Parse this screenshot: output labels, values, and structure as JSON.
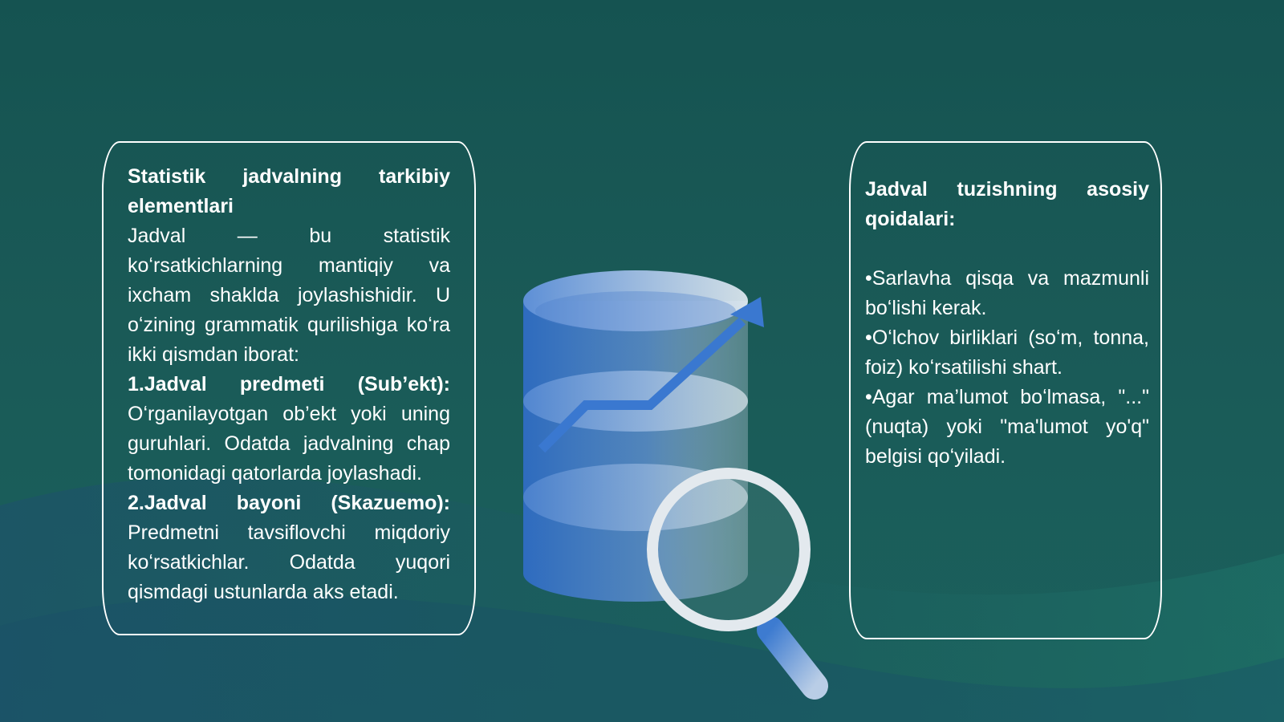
{
  "left_card": {
    "title": "Statistik jadvalning tarkibiy elementlari",
    "intro": "Jadval — bu statistik koʻrsatkichlarning mantiqiy va ixcham shaklda joylashishidir. U oʻzining grammatik qurilishiga koʻra ikki qismdan iborat:",
    "item1_label": "1.Jadval predmeti (Sub’ekt):",
    "item1_text": "Oʻrganilayotgan ob’ekt yoki uning guruhlari. Odatda jadvalning chap tomonidagi qatorlarda joylashadi.",
    "item2_label": "2.Jadval bayoni (Skazuemo):",
    "item2_text": "Predmetni tavsiflovchi miqdoriy koʻrsatkichlar. Odatda yuqori qismdagi ustunlarda aks etadi."
  },
  "right_card": {
    "title": "Jadval tuzishning asosiy qoidalari:",
    "rules": [
      "•Sarlavha qisqa va mazmunli boʻlishi kerak.",
      "•Oʻlchov birliklari (soʻm, tonna, foiz) koʻrsatilishi shart.",
      "•Agar ma’lumot boʻlmasa, \"...\" (nuqta) yoki \"ma'lumot yo'q\" belgisi qoʻyiladi."
    ]
  },
  "colors": {
    "background": "#155351",
    "accent_blue": "#3a78d0",
    "text": "#ffffff"
  }
}
